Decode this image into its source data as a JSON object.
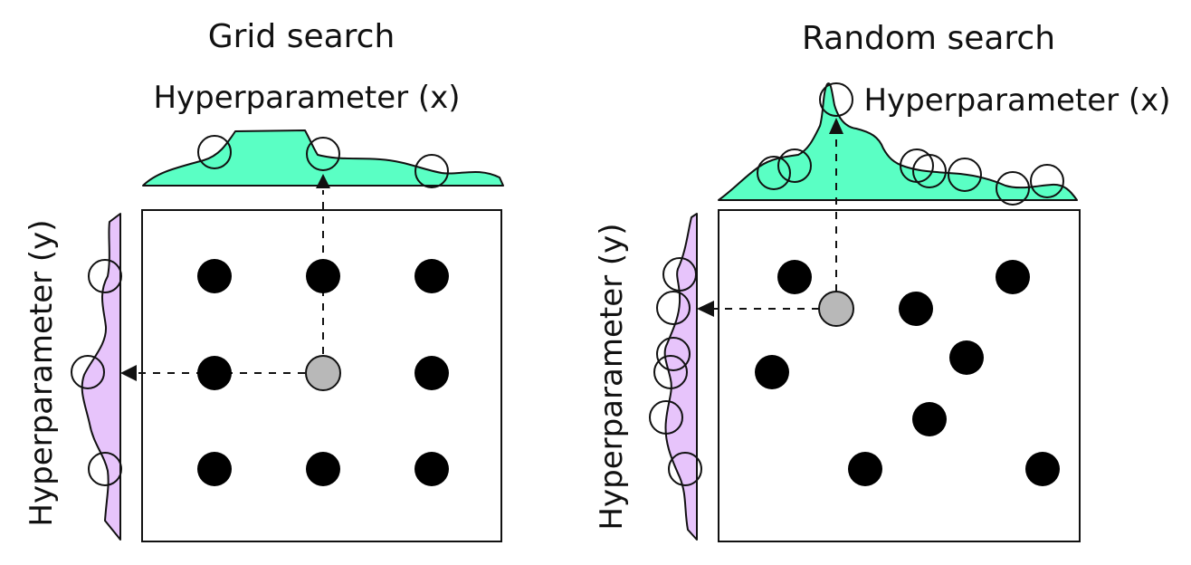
{
  "panels": [
    {
      "title": "Grid search",
      "x_label": "Hyperparameter (x)",
      "y_label": "Hyperparameter (y)"
    },
    {
      "title": "Random search",
      "x_label": "Hyperparameter (x)",
      "y_label": "Hyperparameter (y)"
    }
  ],
  "colors": {
    "x_distribution_fill": "#5affc4",
    "y_distribution_fill": "#e7c4fb",
    "sample_point": "#000000",
    "selected_point": "#b8b8b8"
  }
}
